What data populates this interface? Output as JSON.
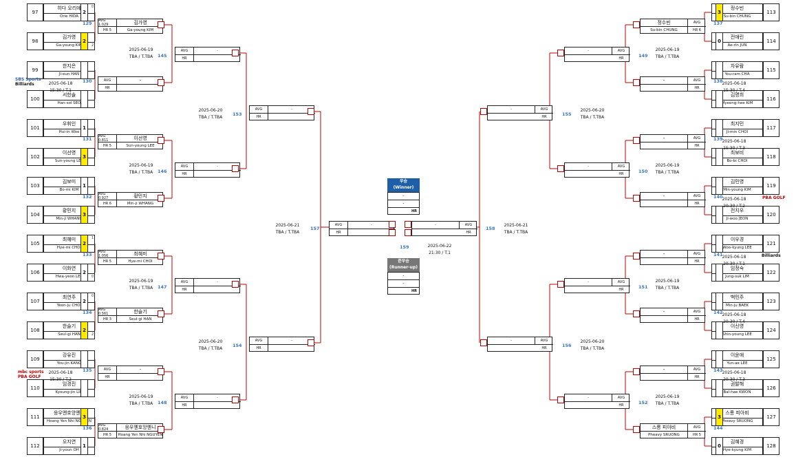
{
  "left_r1": [
    {
      "seed": "97",
      "ko": "히다 오리에",
      "en": "Orie HIDA",
      "score": "2",
      "score_win": false,
      "side": "0",
      "top": true
    },
    {
      "seed": "98",
      "ko": "김가영",
      "en": "Ga-young KIM",
      "score": "2",
      "score_win": true,
      "side": "2",
      "top": false
    },
    {
      "seed": "99",
      "ko": "한지은",
      "en": "Ji-eun HAN",
      "score": "",
      "score_win": false,
      "side": "",
      "top": true
    },
    {
      "seed": "100",
      "ko": "서한솔",
      "en": "Han-sol SEO",
      "score": "",
      "score_win": false,
      "side": "",
      "top": false
    },
    {
      "seed": "101",
      "ko": "우휘인",
      "en": "Hui-in Woo",
      "score": "1",
      "score_win": false,
      "side": "",
      "top": true
    },
    {
      "seed": "102",
      "ko": "이선영",
      "en": "Sun-young LEE",
      "score": "3",
      "score_win": true,
      "side": "",
      "top": false
    },
    {
      "seed": "103",
      "ko": "김보미",
      "en": "Bo-mi KIM",
      "score": "1",
      "score_win": false,
      "side": "",
      "top": true
    },
    {
      "seed": "104",
      "ko": "황민지",
      "en": "Min-ji WHANG",
      "score": "3",
      "score_win": true,
      "side": "",
      "top": false
    },
    {
      "seed": "105",
      "ko": "최혜미",
      "en": "Hye-mi CHOI",
      "score": "2",
      "score_win": true,
      "side": "1",
      "top": true
    },
    {
      "seed": "106",
      "ko": "이화연",
      "en": "Hwa-yeon LEE",
      "score": "2",
      "score_win": false,
      "side": "0",
      "top": false
    },
    {
      "seed": "107",
      "ko": "최연주",
      "en": "Yeon-ju CHOI",
      "score": "2",
      "score_win": false,
      "side": "0",
      "top": true
    },
    {
      "seed": "108",
      "ko": "한슬기",
      "en": "Seul-gi HAN",
      "score": "2",
      "score_win": true,
      "side": "2",
      "top": false
    },
    {
      "seed": "109",
      "ko": "강유진",
      "en": "You-jin KANG",
      "score": "",
      "score_win": false,
      "side": "",
      "top": true
    },
    {
      "seed": "110",
      "ko": "임경진",
      "en": "Kyoung-jin LIM",
      "score": "",
      "score_win": false,
      "side": "",
      "top": false
    },
    {
      "seed": "111",
      "ko": "응우옌호앙옌니",
      "en": "Hoang Yen Nhi NGUYEN",
      "score": "3",
      "score_win": true,
      "side": "",
      "top": true
    },
    {
      "seed": "112",
      "ko": "오지연",
      "en": "Ji-youn OH",
      "score": "1",
      "score_win": false,
      "side": "",
      "top": false
    }
  ],
  "right_r1": [
    {
      "seed": "113",
      "ko": "정수빈",
      "en": "Su-bin CHUNG",
      "score": "3",
      "score_win": true
    },
    {
      "seed": "114",
      "ko": "전애린",
      "en": "Ae-rin JUN",
      "score": "0",
      "score_win": false
    },
    {
      "seed": "115",
      "ko": "차유람",
      "en": "You-ram CHA",
      "score": "",
      "score_win": false
    },
    {
      "seed": "116",
      "ko": "김명희",
      "en": "Myeong-hee KIM",
      "score": "",
      "score_win": false
    },
    {
      "seed": "117",
      "ko": "최지민",
      "en": "Ji-min CHOI",
      "score": "",
      "score_win": false
    },
    {
      "seed": "118",
      "ko": "최보비",
      "en": "Bo-bi CHOI",
      "score": "",
      "score_win": false
    },
    {
      "seed": "119",
      "ko": "김민영",
      "en": "Min-young KIM",
      "score": "",
      "score_win": false
    },
    {
      "seed": "120",
      "ko": "전지우",
      "en": "Ji-woo JEON",
      "score": "",
      "score_win": false
    },
    {
      "seed": "121",
      "ko": "이우경",
      "en": "Woo-kyung LEE",
      "score": "",
      "score_win": false
    },
    {
      "seed": "122",
      "ko": "임정숙",
      "en": "Jung-suk LIM",
      "score": "",
      "score_win": false
    },
    {
      "seed": "123",
      "ko": "백민주",
      "en": "Min-ju BAEK",
      "score": "",
      "score_win": false
    },
    {
      "seed": "124",
      "ko": "이신영",
      "en": "Shin-young LEE",
      "score": "",
      "score_win": false
    },
    {
      "seed": "125",
      "ko": "이윤애",
      "en": "Yun-ae LEE",
      "score": "",
      "score_win": false
    },
    {
      "seed": "126",
      "ko": "권발해",
      "en": "Bal-hae KWON",
      "score": "",
      "score_win": false
    },
    {
      "seed": "127",
      "ko": "스롱 피아비",
      "en": "Pheavy SRUONG",
      "score": "3",
      "score_win": true
    },
    {
      "seed": "128",
      "ko": "김혜경",
      "en": "Hye-kyung KIM",
      "score": "0",
      "score_win": false
    }
  ],
  "left_r2": [
    {
      "match": "129",
      "avg": "AVG 1.029",
      "hr": "HR 5",
      "ko": "김가영",
      "en": "Ga-young KIM"
    },
    {
      "match": "130",
      "avg": "AVG",
      "hr": "HR",
      "ko": "-",
      "en": "",
      "date": "2025-06-18",
      "time": "15:30 / T.1"
    },
    {
      "match": "131",
      "avg": "AVG 0.811",
      "hr": "HR 5",
      "ko": "이선영",
      "en": "Sun-young LEE"
    },
    {
      "match": "132",
      "avg": "AVG 0.927",
      "hr": "HR 6",
      "ko": "황민지",
      "en": "Min-ji WHANG"
    },
    {
      "match": "133",
      "avg": "AVG 1.056",
      "hr": "HR 5",
      "ko": "최혜미",
      "en": "Hye-mi CHOI"
    },
    {
      "match": "134",
      "avg": "AVG 0.561",
      "hr": "HR 3",
      "ko": "한슬기",
      "en": "Seul-gi HAN"
    },
    {
      "match": "135",
      "avg": "AVG",
      "hr": "HR",
      "ko": "-",
      "en": "",
      "date": "2025-06-18",
      "time": "15:30 / T.2"
    },
    {
      "match": "136",
      "avg": "AVG 0.824",
      "hr": "HR 5",
      "ko": "응우옌호앙옌니",
      "en": "Hoang Yen Nhi NGUYEN"
    }
  ],
  "right_r2": [
    {
      "match": "137",
      "avg": "AVG",
      "hr": "HR 6",
      "ko": "정수빈",
      "en": "Su-bin CHUNG"
    },
    {
      "match": "138",
      "avg": "AVG",
      "hr": "HR",
      "ko": "-",
      "en": "",
      "date": "2025-06-18",
      "time": "15:30 / T.4"
    },
    {
      "match": "139",
      "avg": "AVG",
      "hr": "HR",
      "ko": "-",
      "en": "",
      "date": "2025-06-18",
      "time": "15:30 / T.3"
    },
    {
      "match": "140",
      "avg": "AVG",
      "hr": "HR",
      "ko": "-",
      "en": "",
      "date": "2025-06-18",
      "time": "20:30 / T.2"
    },
    {
      "match": "141",
      "avg": "AVG",
      "hr": "HR",
      "ko": "-",
      "en": "",
      "date": "2025-06-18",
      "time": "20:30 / T.1"
    },
    {
      "match": "142",
      "avg": "AVG",
      "hr": "HR",
      "ko": "-",
      "en": "",
      "date": "2025-06-18",
      "time": "20:30 / T.4"
    },
    {
      "match": "143",
      "avg": "AVG",
      "hr": "HR",
      "ko": "-",
      "en": "",
      "date": "2025-06-18",
      "time": "20:30 / T.3"
    },
    {
      "match": "144",
      "avg": "AVG",
      "hr": "HR 5",
      "ko": "스롱 피아비",
      "en": "Pheavy SRUONG"
    }
  ],
  "r3": {
    "left": [
      {
        "match": "145",
        "date": "2025-06-19",
        "time": "TBA / T.TBA"
      },
      {
        "match": "146",
        "date": "2025-06-19",
        "time": "TBA / T.TBA"
      },
      {
        "match": "147",
        "date": "2025-06-19",
        "time": "TBA / T.TBA"
      },
      {
        "match": "148",
        "date": "2025-06-19",
        "time": "TBA / T.TBA"
      }
    ],
    "right": [
      {
        "match": "149",
        "date": "2025-06-19",
        "time": "TBA / T.TBA"
      },
      {
        "match": "150",
        "date": "2025-06-19",
        "time": "TBA / T.TBA"
      },
      {
        "match": "151",
        "date": "2025-06-19",
        "time": "TBA / T.TBA"
      },
      {
        "match": "152",
        "date": "2025-06-19",
        "time": "TBA / T.TBA"
      }
    ]
  },
  "qf": {
    "left": [
      {
        "match": "153",
        "date": "2025-06-20",
        "time": "TBA / T.TBA"
      },
      {
        "match": "154",
        "date": "2025-06-20",
        "time": "TBA / T.TBA"
      }
    ],
    "right": [
      {
        "match": "155",
        "date": "2025-06-20",
        "time": "TBA / T.TBA"
      },
      {
        "match": "156",
        "date": "2025-06-20",
        "time": "TBA / T.TBA"
      }
    ]
  },
  "sf": {
    "left": {
      "match": "157",
      "date": "2025-06-21",
      "time": "TBA / T.TBA"
    },
    "right": {
      "match": "158",
      "date": "2025-06-21",
      "time": "TBA / T.TBA"
    }
  },
  "final": {
    "match": "159",
    "date": "2025-06-22",
    "time": "21:30 / T.1"
  },
  "labels": {
    "avg": "AVG",
    "hr": "HR",
    "dash": "-"
  },
  "winner": {
    "title": "우승",
    "subtitle": "(Winner)",
    "dash": "-",
    "hr": "HR"
  },
  "runner_up": {
    "title": "준우승",
    "subtitle": "(Runner-up)",
    "dash": "-",
    "hr": "HR"
  },
  "logos": {
    "sbs1": "SBS Sports",
    "sbs2": "Billiards",
    "mbc1": "mbc sports",
    "mbc2": "PBA GOLF",
    "pba_right": "PBA GOLF",
    "billiards_right": "Billiards"
  },
  "colors": {
    "winner_bg": "#1f5fa8",
    "runner_bg": "#777777",
    "match_num": "#3c78c8",
    "winner_score": "#ffeb00",
    "bracket_line": "#b00000"
  }
}
